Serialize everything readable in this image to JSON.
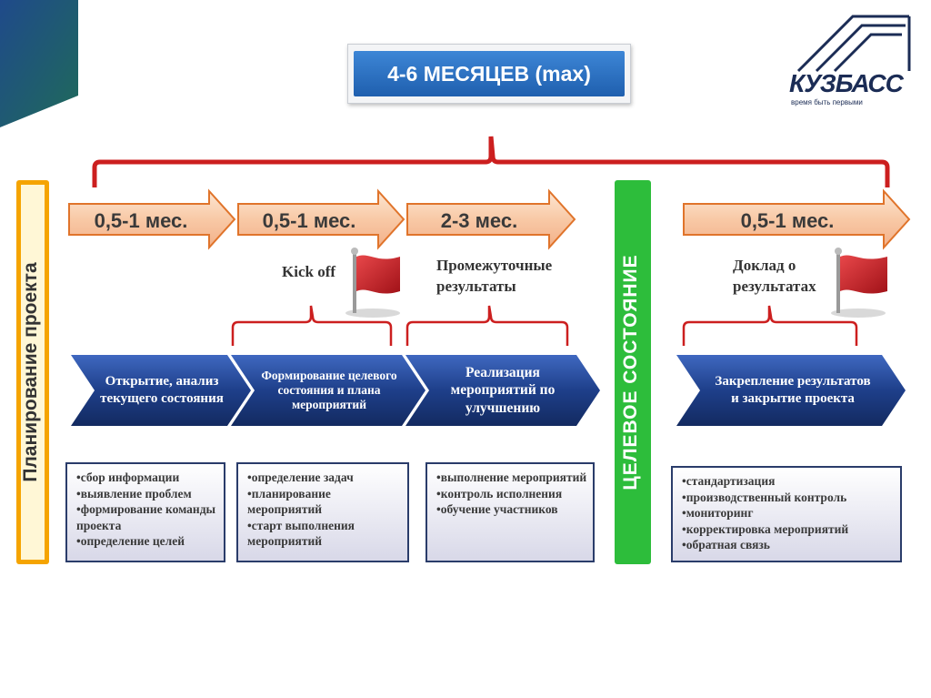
{
  "title": "4-6 МЕСЯЦЕВ (max)",
  "logo": {
    "name": "КУЗБАСС",
    "tagline": "время быть первыми"
  },
  "planning_label": "Планирование проекта",
  "target_state_label": "ЦЕЛЕВОЕ СОСТОЯНИЕ",
  "durations": [
    "0,5-1 мес.",
    "0,5-1 мес.",
    "2-3 мес.",
    "0,5-1 мес."
  ],
  "milestones": {
    "kickoff": "Kick off",
    "interim": "Промежуточные результаты",
    "report": "Доклад о результатах"
  },
  "stages": [
    "Открытие, анализ текущего состояния",
    "Формирование целевого состояния и плана мероприятий",
    "Реализация мероприятий по улучшению",
    "Закрепление результатов и закрытие проекта"
  ],
  "tasks": [
    [
      "•сбор информации",
      "•выявление  проблем",
      "•формирование команды проекта",
      "•определение целей"
    ],
    [
      "•определение задач",
      "•планирование мероприятий",
      "•старт выполнения мероприятий"
    ],
    [
      "•выполнение мероприятий",
      "•контроль исполнения",
      "•обучение участников"
    ],
    [
      "•стандартизация",
      "•производственный контроль",
      "•мониторинг",
      "•корректировка мероприятий",
      "•обратная связь"
    ]
  ],
  "colors": {
    "duration_arrow": "#f7c6a0",
    "duration_arrow_border": "#e0742b",
    "brace": "#cc1f1f",
    "stage_arrow": "#1f3f8a",
    "planning_bar": "#f5a400",
    "target_bar": "#2dbd3b",
    "title_fill": "#2d73c6"
  }
}
